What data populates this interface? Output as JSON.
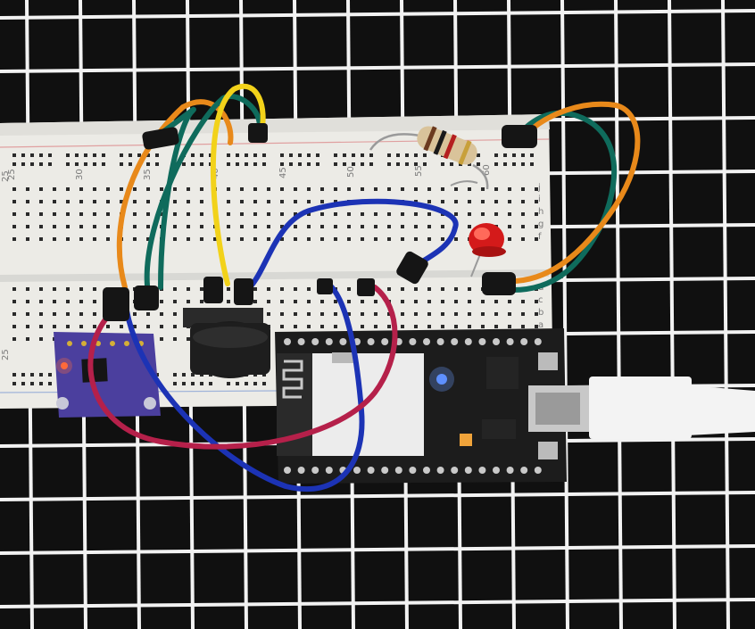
{
  "breadboard": {
    "column_numbers": [
      "25",
      "30",
      "35",
      "40",
      "45",
      "50",
      "55",
      "60"
    ],
    "row_letters_bottom": [
      "d",
      "c",
      "b",
      "a"
    ],
    "row_letters_top": [
      "j",
      "i",
      "h",
      "g",
      "f"
    ],
    "rail_labels": [
      "25",
      "25"
    ]
  },
  "colors": {
    "background": "#101010",
    "grid_lines": "#f2f2f2",
    "breadboard": "#eeeeea",
    "wire_orange": "#e8891a",
    "wire_yellow": "#f2d21a",
    "wire_teal": "#0f6b5c",
    "wire_blue": "#1c33b5",
    "wire_red": "#b5204a",
    "led": "#e52222",
    "esp32_board": "#1a1a1a",
    "sensor_board": "#4a3f9e"
  }
}
